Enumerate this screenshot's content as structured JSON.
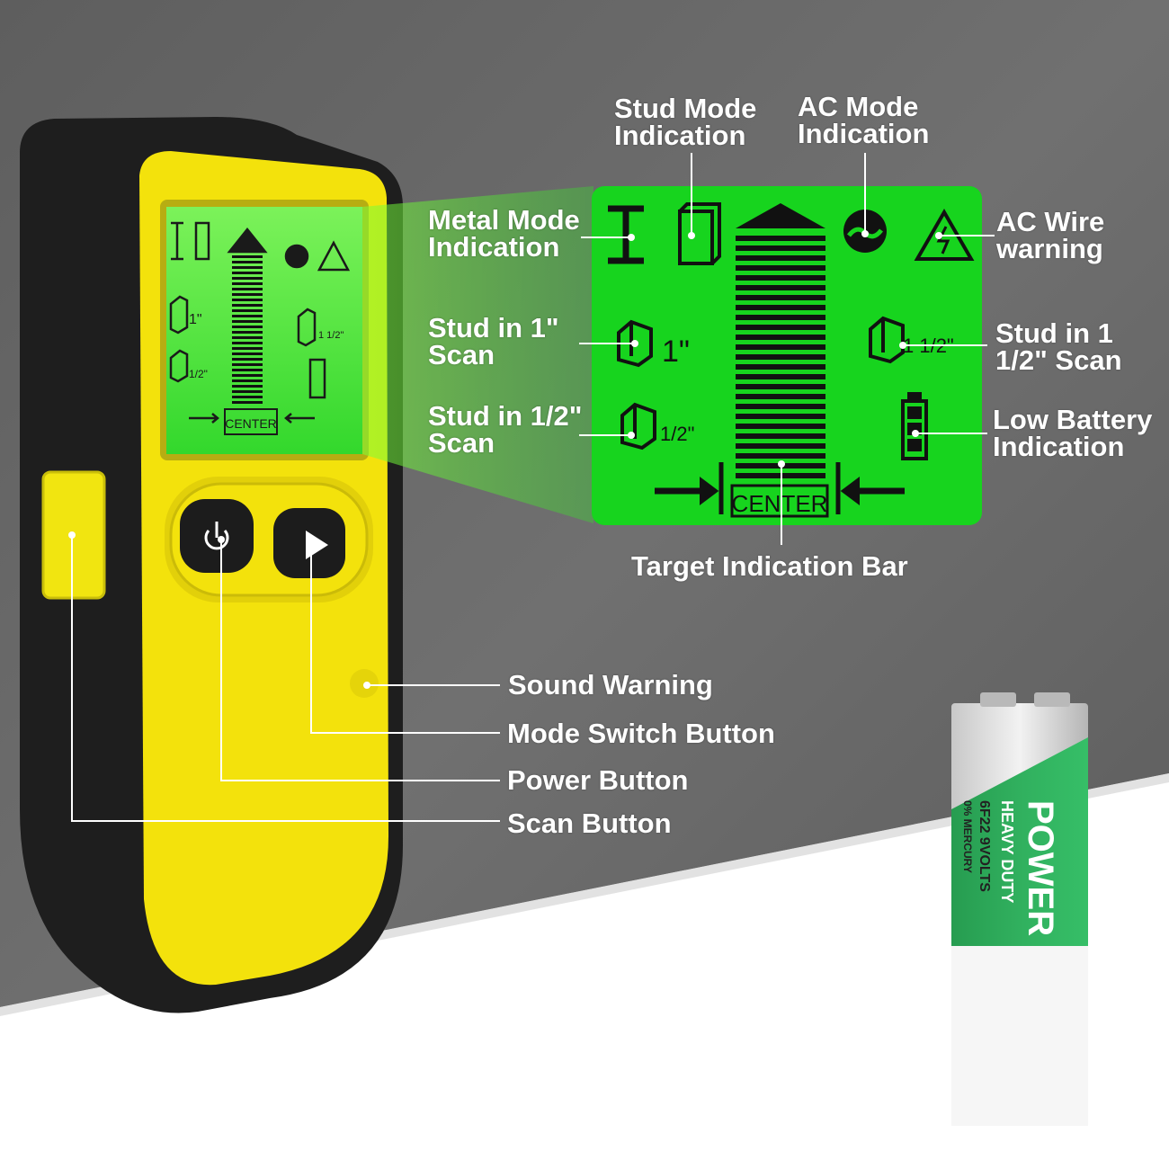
{
  "colors": {
    "background": "#6b6b6b",
    "floor": "#ffffff",
    "device_body": "#1f1f1f",
    "device_face": "#f5e50a",
    "lcd_green": "#2fe83a",
    "panel_green": "#19d41e",
    "label_text": "#ffffff"
  },
  "device": {
    "center_text": "CENTER",
    "inch_1_label": "1\"",
    "inch_half_label": "1/2\"",
    "inch_one_half_label": "1 1/2\""
  },
  "panel": {
    "center_text": "CENTER",
    "inch_1_label": "1\"",
    "inch_half_label": "1/2\"",
    "inch_one_half_label": "1 1/2\""
  },
  "callouts": {
    "stud_mode": [
      "Stud Mode",
      "Indication"
    ],
    "ac_mode": [
      "AC Mode",
      "Indication"
    ],
    "metal_mode": [
      "Metal Mode",
      "Indication"
    ],
    "ac_wire": [
      "AC Wire",
      "warning"
    ],
    "stud_1": [
      "Stud in 1\"",
      "Scan"
    ],
    "stud_1_5": [
      "Stud in 1",
      "1/2\" Scan"
    ],
    "stud_half": [
      "Stud in 1/2\"",
      "Scan"
    ],
    "low_battery": [
      "Low Battery",
      "Indication"
    ],
    "target_bar": "Target Indication Bar",
    "sound_warning": "Sound Warning",
    "mode_switch": "Mode Switch Button",
    "power": "Power Button",
    "scan": "Scan Button"
  },
  "battery": {
    "brand": "POWER",
    "subtitle": "HEAVY DUTY",
    "spec": "6F22 9VOLTS",
    "mercury": "0% MERCURY"
  }
}
